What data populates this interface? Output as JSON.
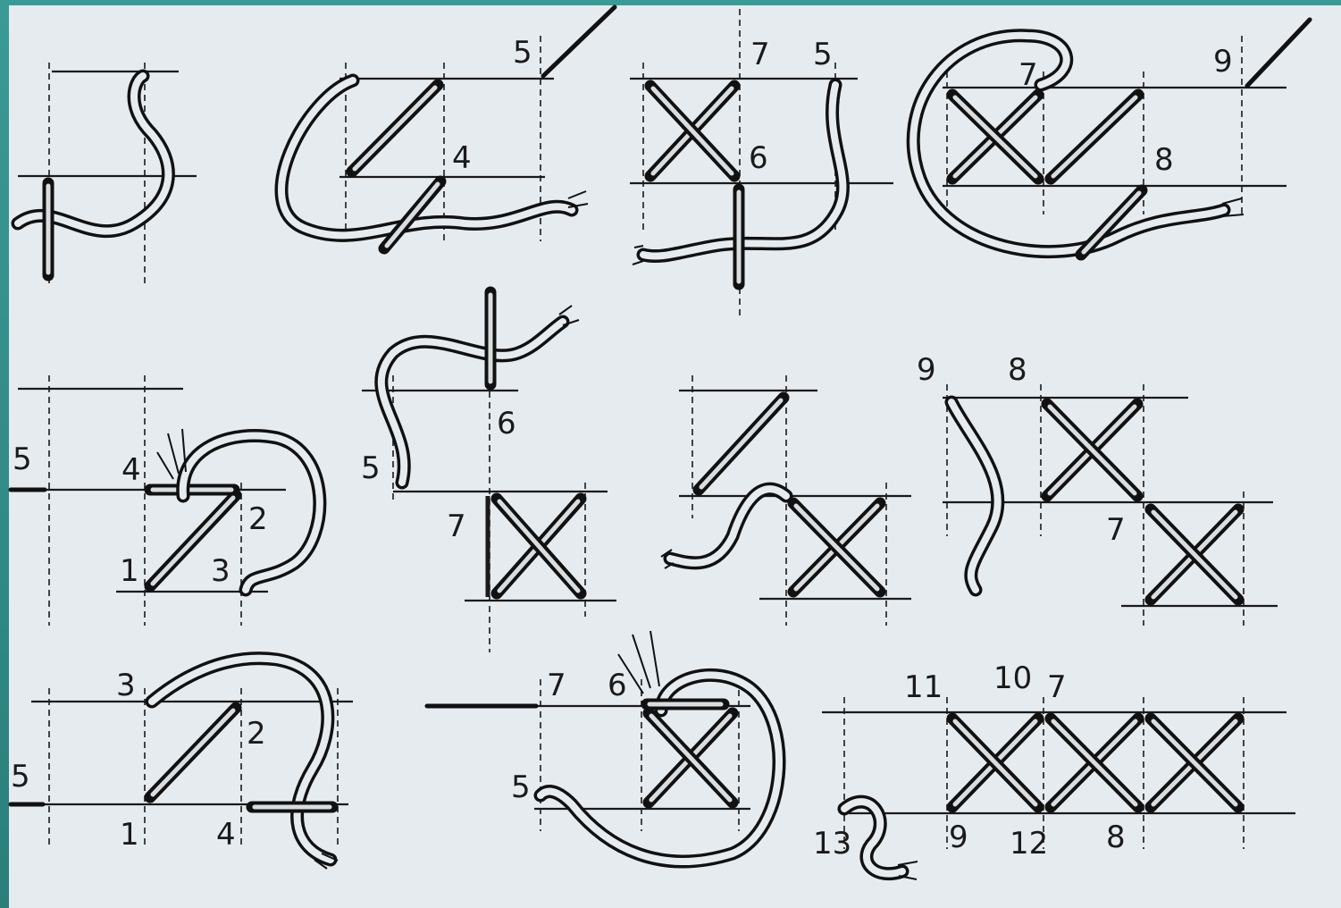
{
  "labels": {
    "p1": {},
    "p2": {
      "n4": "4",
      "n5": "5"
    },
    "p3": {
      "n5": "5",
      "n6": "6",
      "n7": "7"
    },
    "p4": {
      "n7": "7",
      "n8": "8",
      "n9": "9"
    },
    "p5": {
      "n1": "1",
      "n2": "2",
      "n3": "3",
      "n4": "4",
      "n5": "5"
    },
    "p6": {
      "n5": "5",
      "n6": "6",
      "n7": "7"
    },
    "p7": {},
    "p8": {
      "n7": "7",
      "n8": "8",
      "n9": "9"
    },
    "p9": {
      "n1": "1",
      "n2": "2",
      "n3": "3",
      "n4": "4",
      "n5": "5"
    },
    "p10": {
      "n5": "5",
      "n6": "6",
      "n7": "7"
    },
    "p11": {
      "n7": "7",
      "n8": "8",
      "n9": "9",
      "n10": "10",
      "n11": "11",
      "n12": "12",
      "n13": "13"
    }
  },
  "colors": {
    "frame": "#2f8a86",
    "paper": "#e6ebef",
    "ink": "#1a1a1a"
  }
}
